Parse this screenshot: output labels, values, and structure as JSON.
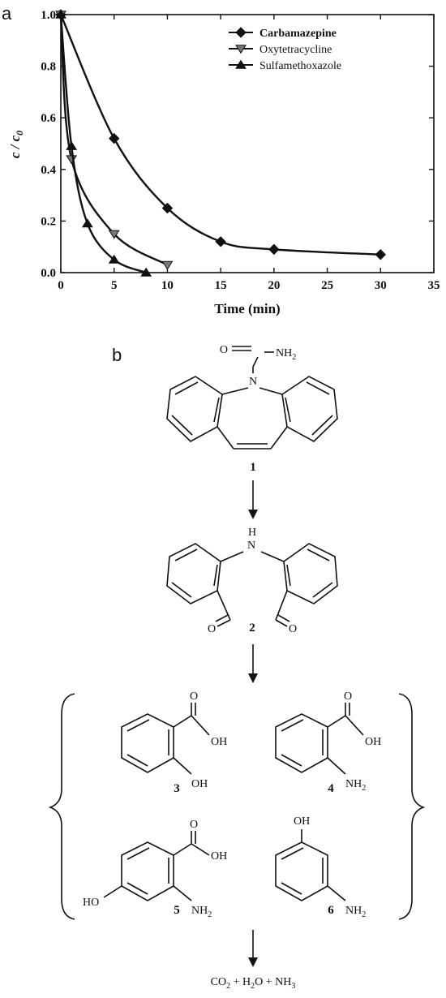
{
  "panel_a_label": "a",
  "panel_b_label": "b",
  "chart_data": {
    "type": "line",
    "xlabel": "Time (min)",
    "ylabel": "c / c0",
    "xlim": [
      0,
      35
    ],
    "ylim": [
      0,
      1.0
    ],
    "xticks": [
      0,
      5,
      10,
      15,
      20,
      25,
      30,
      35
    ],
    "yticks": [
      0.0,
      0.2,
      0.4,
      0.6,
      0.8,
      1.0
    ],
    "xtick_labels": [
      "0",
      "5",
      "10",
      "15",
      "20",
      "25",
      "30",
      "35"
    ],
    "ytick_labels": [
      "0.0",
      "0.2",
      "0.4",
      "0.6",
      "0.8",
      "1.0"
    ],
    "grid": false,
    "legend_position": "top-right",
    "series": [
      {
        "name": "Carbamazepine",
        "marker": "diamond",
        "style": "filled",
        "x": [
          0,
          5,
          10,
          15,
          20,
          30
        ],
        "y": [
          1.0,
          0.52,
          0.25,
          0.12,
          0.09,
          0.07
        ]
      },
      {
        "name": "Oxytetracycline",
        "marker": "triangle-down",
        "style": "gray",
        "x": [
          0,
          1,
          5,
          10
        ],
        "y": [
          1.0,
          0.44,
          0.15,
          0.03
        ]
      },
      {
        "name": "Sulfamethoxazole",
        "marker": "triangle-up",
        "style": "filled",
        "x": [
          0,
          1,
          2.5,
          5,
          8
        ],
        "y": [
          1.0,
          0.49,
          0.19,
          0.05,
          0.0
        ]
      }
    ]
  },
  "scheme": {
    "atoms": {
      "N": "N",
      "O": "O",
      "H": "H",
      "NH2": "NH",
      "OH": "OH",
      "HO": "HO",
      "sub2": "2"
    },
    "compound_labels": [
      "1",
      "2",
      "3",
      "4",
      "5",
      "6"
    ],
    "final_products": "CO2 + H2O + NH3",
    "final_products_parts": {
      "a": "CO",
      "b": " + H",
      "c": "O + NH",
      "s1": "2",
      "s2": "2",
      "s3": "3"
    }
  }
}
